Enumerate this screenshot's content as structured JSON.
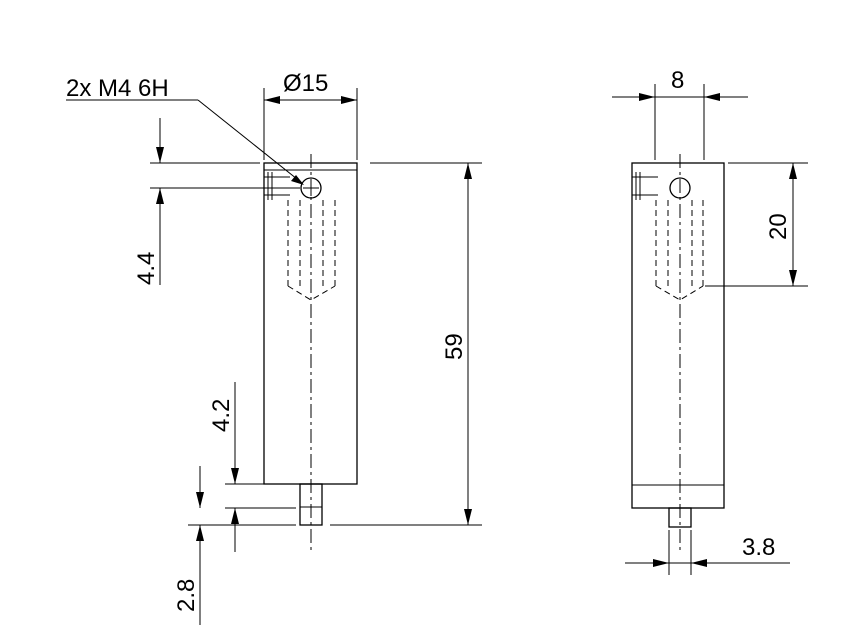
{
  "labels": {
    "thread": "2x M4 6H",
    "diameter": "Ø15",
    "width": "8",
    "depth_20": "20",
    "length_59": "59",
    "dim_4_4": "4.4",
    "dim_4_2": "4.2",
    "dim_2_8": "2.8",
    "dim_3_8": "3.8"
  }
}
